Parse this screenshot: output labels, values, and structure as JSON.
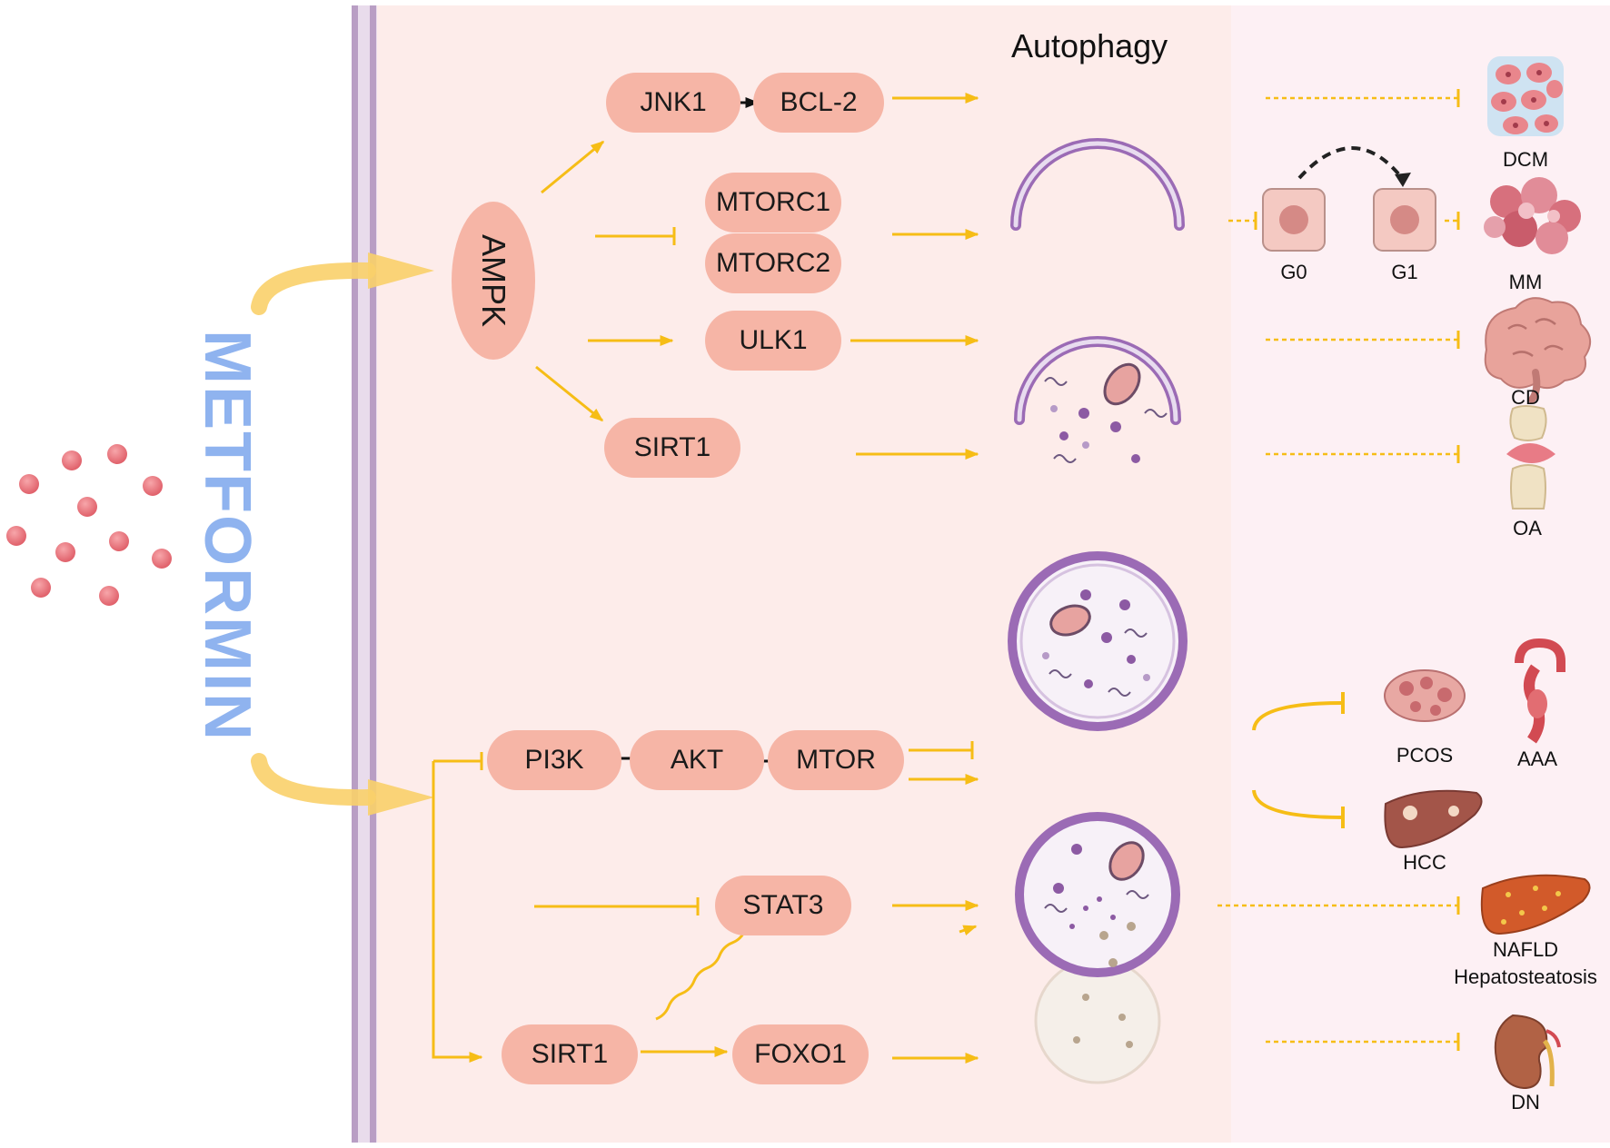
{
  "metformin_label": "METFORMIN",
  "autophagy_title": "Autophagy",
  "ampk_label": "AMPK",
  "ampk_branch": {
    "jnk1": "JNK1",
    "bcl2": "BCL-2",
    "mtorc1": "MTORC1",
    "mtorc2": "MTORC2",
    "ulk1": "ULK1",
    "sirt1": "SIRT1"
  },
  "pi3k_branch": {
    "pi3k": "PI3K",
    "akt": "AKT",
    "mtor": "MTOR",
    "stat3": "STAT3",
    "sirt1": "SIRT1",
    "foxo1": "FOXO1"
  },
  "cell_cycle": {
    "g0": "G0",
    "g1": "G1"
  },
  "diseases": {
    "dcm": "DCM",
    "mm": "MM",
    "cd": "CD",
    "oa": "OA",
    "pcos": "PCOS",
    "aaa": "AAA",
    "hcc": "HCC",
    "nafld": "NAFLD",
    "hepatosteatosis": "Hepatosteatosis",
    "dn": "DN"
  },
  "colors": {
    "node_fill": "#f6b5a6",
    "arrow": "#f6bd16",
    "metformin_text": "#8fb3ef",
    "membrane": "#c3a6cf",
    "cytoplasm": "#fdecea",
    "vesicle_outline": "#9b6bb5"
  },
  "icons": [
    "drug-pill-icon",
    "cardiomyocyte-tissue-icon",
    "myeloma-cell-cluster-icon",
    "brain-icon",
    "knee-joint-icon",
    "ovary-icon",
    "aorta-aneurysm-icon",
    "liver-tumor-icon",
    "fatty-liver-icon",
    "kidney-icon",
    "cell-g0-icon",
    "cell-g1-icon"
  ]
}
